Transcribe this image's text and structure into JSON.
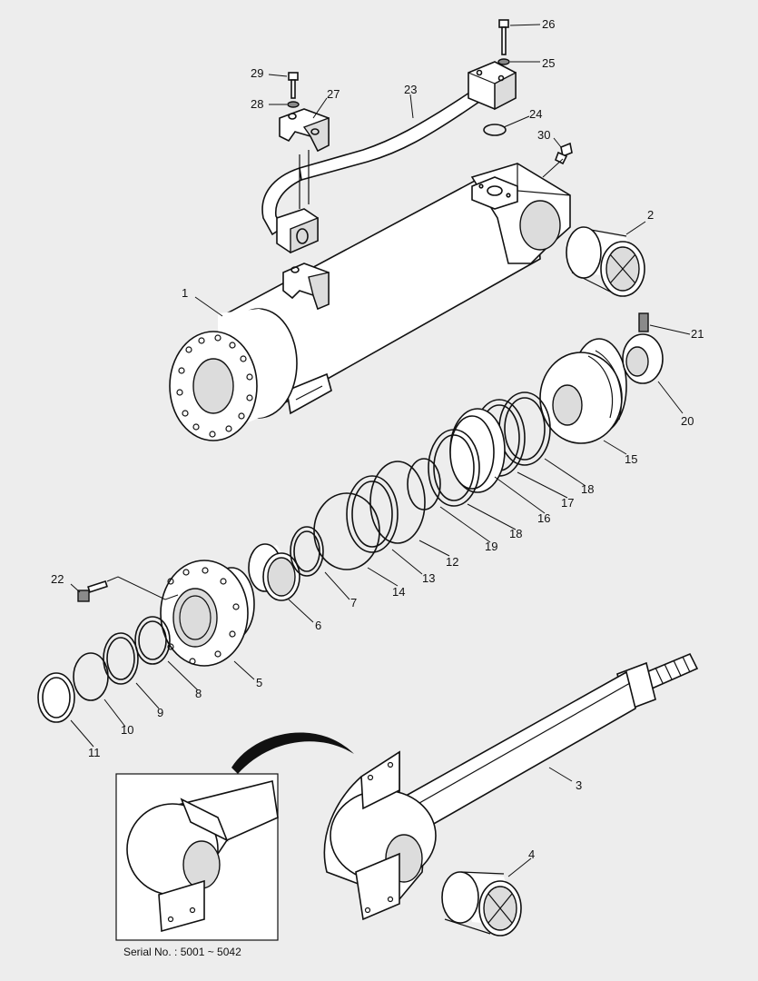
{
  "colors": {
    "background": "#ededed",
    "line": "#111111",
    "part_fill": "#ffffff",
    "shade": "#dcdcdc"
  },
  "serial_text": "Serial No. : 5001 ~ 5042",
  "callouts": [
    {
      "id": "c1",
      "label": "1"
    },
    {
      "id": "c2",
      "label": "2"
    },
    {
      "id": "c3",
      "label": "3"
    },
    {
      "id": "c4",
      "label": "4"
    },
    {
      "id": "c5",
      "label": "5"
    },
    {
      "id": "c6",
      "label": "6"
    },
    {
      "id": "c7",
      "label": "7"
    },
    {
      "id": "c8",
      "label": "8"
    },
    {
      "id": "c9",
      "label": "9"
    },
    {
      "id": "c10",
      "label": "10"
    },
    {
      "id": "c11",
      "label": "11"
    },
    {
      "id": "c12",
      "label": "12"
    },
    {
      "id": "c13",
      "label": "13"
    },
    {
      "id": "c14",
      "label": "14"
    },
    {
      "id": "c15",
      "label": "15"
    },
    {
      "id": "c16",
      "label": "16"
    },
    {
      "id": "c17",
      "label": "17"
    },
    {
      "id": "c18a",
      "label": "18"
    },
    {
      "id": "c18b",
      "label": "18"
    },
    {
      "id": "c19",
      "label": "19"
    },
    {
      "id": "c20",
      "label": "20"
    },
    {
      "id": "c21",
      "label": "21"
    },
    {
      "id": "c22",
      "label": "22"
    },
    {
      "id": "c23",
      "label": "23"
    },
    {
      "id": "c24",
      "label": "24"
    },
    {
      "id": "c25",
      "label": "25"
    },
    {
      "id": "c26",
      "label": "26"
    },
    {
      "id": "c27",
      "label": "27"
    },
    {
      "id": "c28",
      "label": "28"
    },
    {
      "id": "c29",
      "label": "29"
    },
    {
      "id": "c30",
      "label": "30"
    }
  ]
}
